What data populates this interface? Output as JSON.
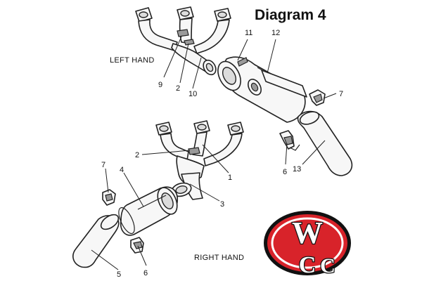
{
  "title": "Diagram 4",
  "sections": {
    "left": "LEFT HAND",
    "right": "RIGHT HAND"
  },
  "callouts": {
    "left_9": "9",
    "left_2": "2",
    "left_10": "10",
    "left_11": "11",
    "left_12": "12",
    "left_7": "7",
    "left_6": "6",
    "left_13": "13",
    "right_2": "2",
    "right_1": "1",
    "right_3": "3",
    "right_7": "7",
    "right_4": "4",
    "right_5": "5",
    "right_6": "6"
  },
  "logo": {
    "letter_top": "W",
    "letter_bottom_left": "C",
    "letter_bottom_right": "C",
    "colors": {
      "red": "#d8232a",
      "black": "#111111",
      "white": "#ffffff"
    }
  }
}
